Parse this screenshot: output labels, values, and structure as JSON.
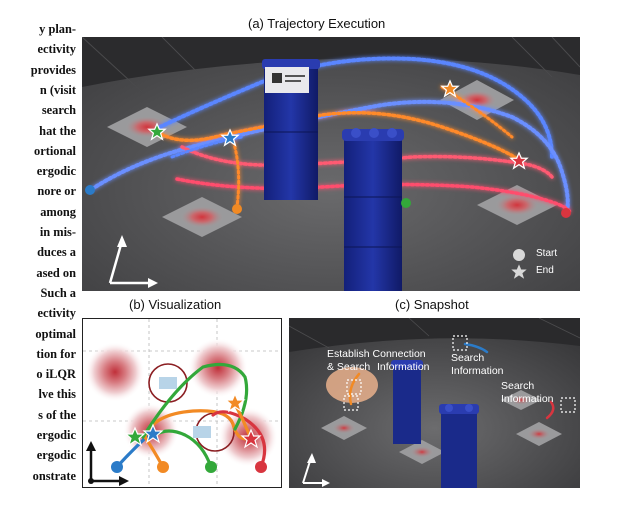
{
  "paper_text": {
    "lines": [
      "y plan-",
      "ectivity",
      "provides",
      "n (visit",
      "search",
      "hat the",
      "ortional",
      "ergodic",
      "nore or",
      "among",
      "in mis-",
      "duces a",
      "ased on",
      "Such a",
      "ectivity",
      "optimal",
      "tion for",
      "o iLQR",
      "lve this",
      "s of the",
      "ergodic",
      "ergodic",
      "onstrate"
    ]
  },
  "figure": {
    "panel_a": {
      "caption": "(a) Trajectory Execution",
      "legend": {
        "start_label": "Start",
        "end_label": "End"
      },
      "colors": {
        "floor": "#5a5a5c",
        "trail_blue": "#4a7dff",
        "trail_red": "#ff4d6d",
        "trail_orange": "#ff8a2a",
        "box": "#1b2a8c"
      }
    },
    "panel_b": {
      "caption": "(b) Visualization",
      "colors": {
        "blue": "#2b7bc8",
        "orange": "#f28a24",
        "green": "#33a83a",
        "red": "#d8353f",
        "density": "#c0303a"
      }
    },
    "panel_c": {
      "caption": "(c) Snapshot",
      "labels": {
        "establish": "Establish Connection",
        "search_info_1": "& Search",
        "information_1": "Information",
        "search_2": "Search",
        "information_2": "Information",
        "search_3": "Search",
        "information_3": "Information"
      }
    }
  }
}
